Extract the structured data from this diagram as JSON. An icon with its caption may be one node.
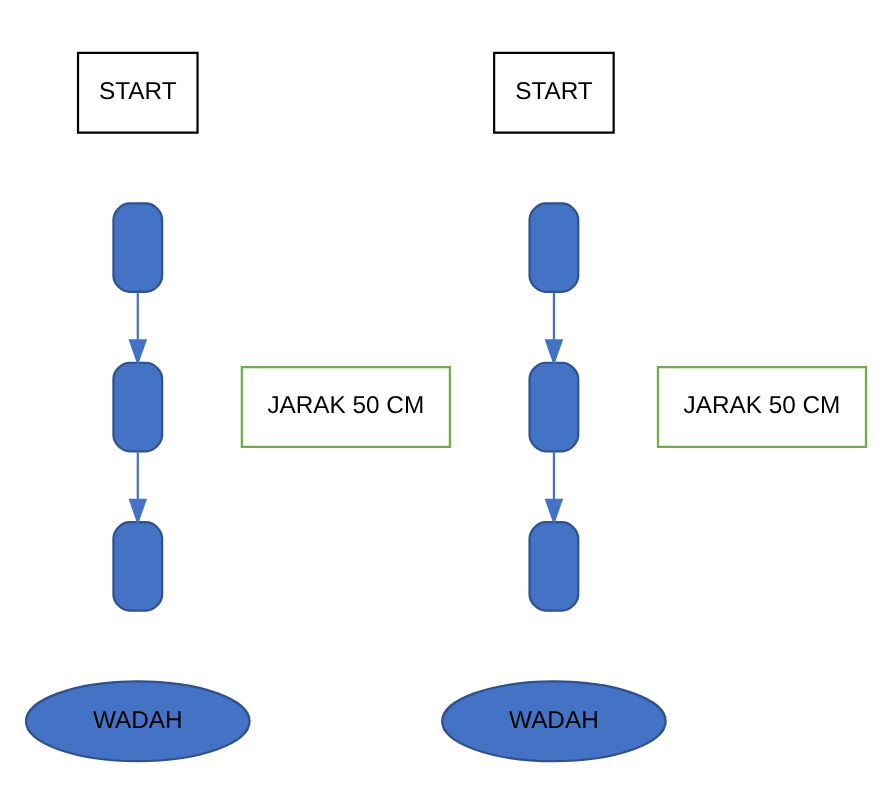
{
  "diagram": {
    "nodes": [
      {
        "text": [
          "START"
        ]
      },
      {
        "text": [],
        "shape": "box"
      },
      {
        "text": [],
        "shape": "box"
      },
      {
        "text": [],
        "shape": "box"
      },
      {
        "text": [
          "WADAH"
        ]
      },
      {
        "text": [
          "JARAK 50 CM"
        ]
      },
      {
        "text": [
          "START"
        ]
      },
      {
        "text": [],
        "shape": "box"
      },
      {
        "text": [],
        "shape": "box"
      },
      {
        "text": [],
        "shape": "box"
      },
      {
        "text": [
          "WADAH"
        ]
      },
      {
        "text": [
          "JARAK 50 CM"
        ]
      }
    ],
    "edges": [
      {
        "from": 1,
        "to": 2,
        "arrow": "to"
      },
      {
        "from": 2,
        "to": 3,
        "arrow": "to"
      },
      {
        "from": 7,
        "to": 8,
        "arrow": "to"
      },
      {
        "from": 8,
        "to": 9,
        "arrow": "to"
      }
    ]
  }
}
